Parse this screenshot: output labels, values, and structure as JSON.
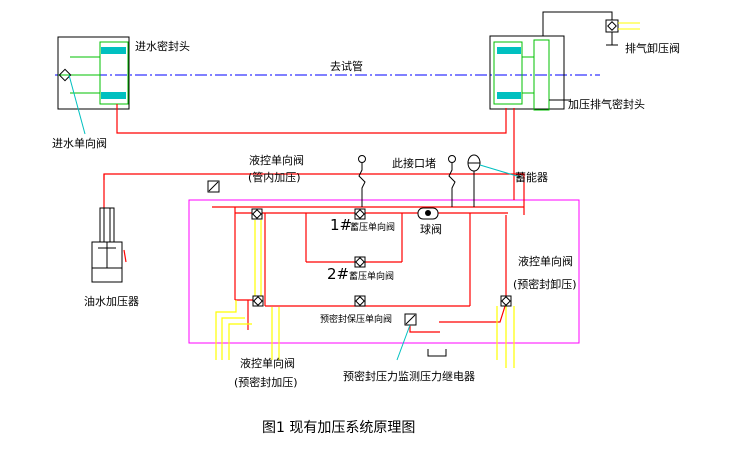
{
  "labels": {
    "water_inlet_seal_head": "进水密封头",
    "pipe_under_test": "去试管",
    "pressurize_exhaust_seal_head": "加压排气密封头",
    "water_inlet_check_valve": "进水单向阀",
    "exhaust_relief_valve": "排气卸压阀",
    "pilot_check_valve_pipe": "液控单向阀",
    "pilot_check_valve_pipe_note": "(管内加压)",
    "outlet_port": "此接口堵",
    "accumulator": "蓄能器",
    "valve1_num": "1#",
    "valve1_name": "蓄压单向阀",
    "ball_valve": "球阀",
    "valve2_num": "2#",
    "valve2_name": "蓄压单向阀",
    "oil_water_booster": "油水加压器",
    "pilot_check_valve_seal_right": "液控单向阀",
    "pilot_check_valve_seal_right_note": "(预密封卸压)",
    "seal_pressure_check_valve": "预密封保压单向阀",
    "pilot_check_valve_seal_left": "液控单向阀",
    "pilot_check_valve_seal_left_note": "(预密封加压)",
    "pressure_relay": "预密封压力监测压力继电器",
    "caption": "图1 现有加压系统原理图"
  },
  "colors": {
    "hydraulic_line": "#ff0000",
    "pilot_line": "#ffff00",
    "frame": "#ff00ff",
    "component": "#00c000",
    "leader": "#00c0c0",
    "pipe_axis": "#0000ff"
  }
}
